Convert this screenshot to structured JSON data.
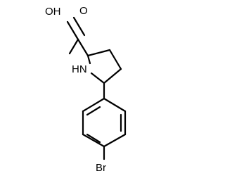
{
  "molecule": {
    "atoms": {
      "hydroxyl": "OH",
      "carbonyl_oxygen": "O",
      "amine": "HN",
      "bromine": "Br"
    }
  }
}
